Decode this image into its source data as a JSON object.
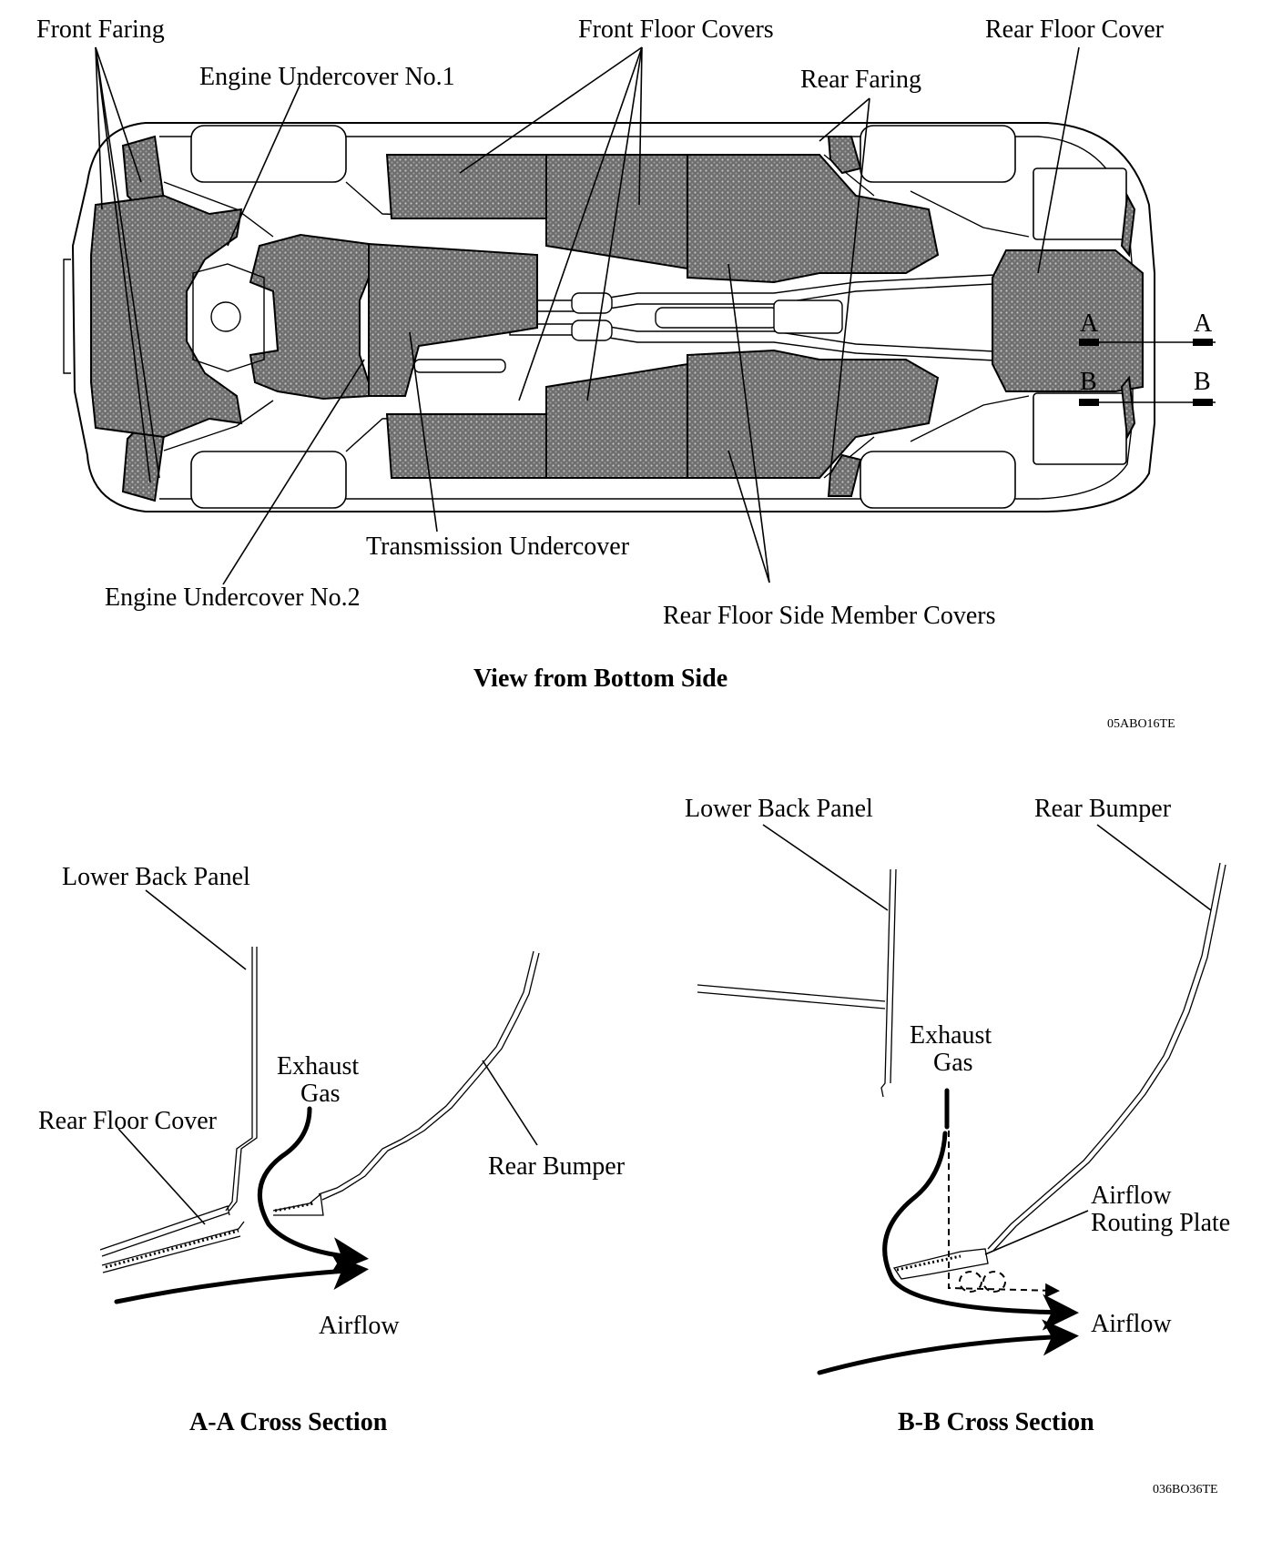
{
  "bottom_view": {
    "labels": {
      "front_faring": "Front Faring",
      "engine_undercover_1": "Engine Undercover No.1",
      "front_floor_covers": "Front Floor Covers",
      "rear_faring": "Rear Faring",
      "rear_floor_cover": "Rear Floor Cover",
      "transmission_undercover": "Transmission Undercover",
      "engine_undercover_2": "Engine Undercover No.2",
      "rear_floor_side_member_covers": "Rear Floor Side Member Covers"
    },
    "section_marks": {
      "a": "A",
      "b": "B"
    },
    "title": "View from Bottom Side",
    "code": "05ABO16TE"
  },
  "section_aa": {
    "lower_back_panel": "Lower Back Panel",
    "exhaust_line1": "Exhaust",
    "exhaust_line2": "Gas",
    "rear_floor_cover": "Rear Floor Cover",
    "rear_bumper": "Rear Bumper",
    "airflow": "Airflow",
    "title": "A-A Cross Section"
  },
  "section_bb": {
    "lower_back_panel": "Lower Back Panel",
    "rear_bumper": "Rear Bumper",
    "exhaust_line1": "Exhaust",
    "exhaust_line2": "Gas",
    "plate_line1": "Airflow",
    "plate_line2": "Routing Plate",
    "airflow": "Airflow",
    "title": "B-B Cross Section"
  },
  "figure_code": "036BO36TE"
}
